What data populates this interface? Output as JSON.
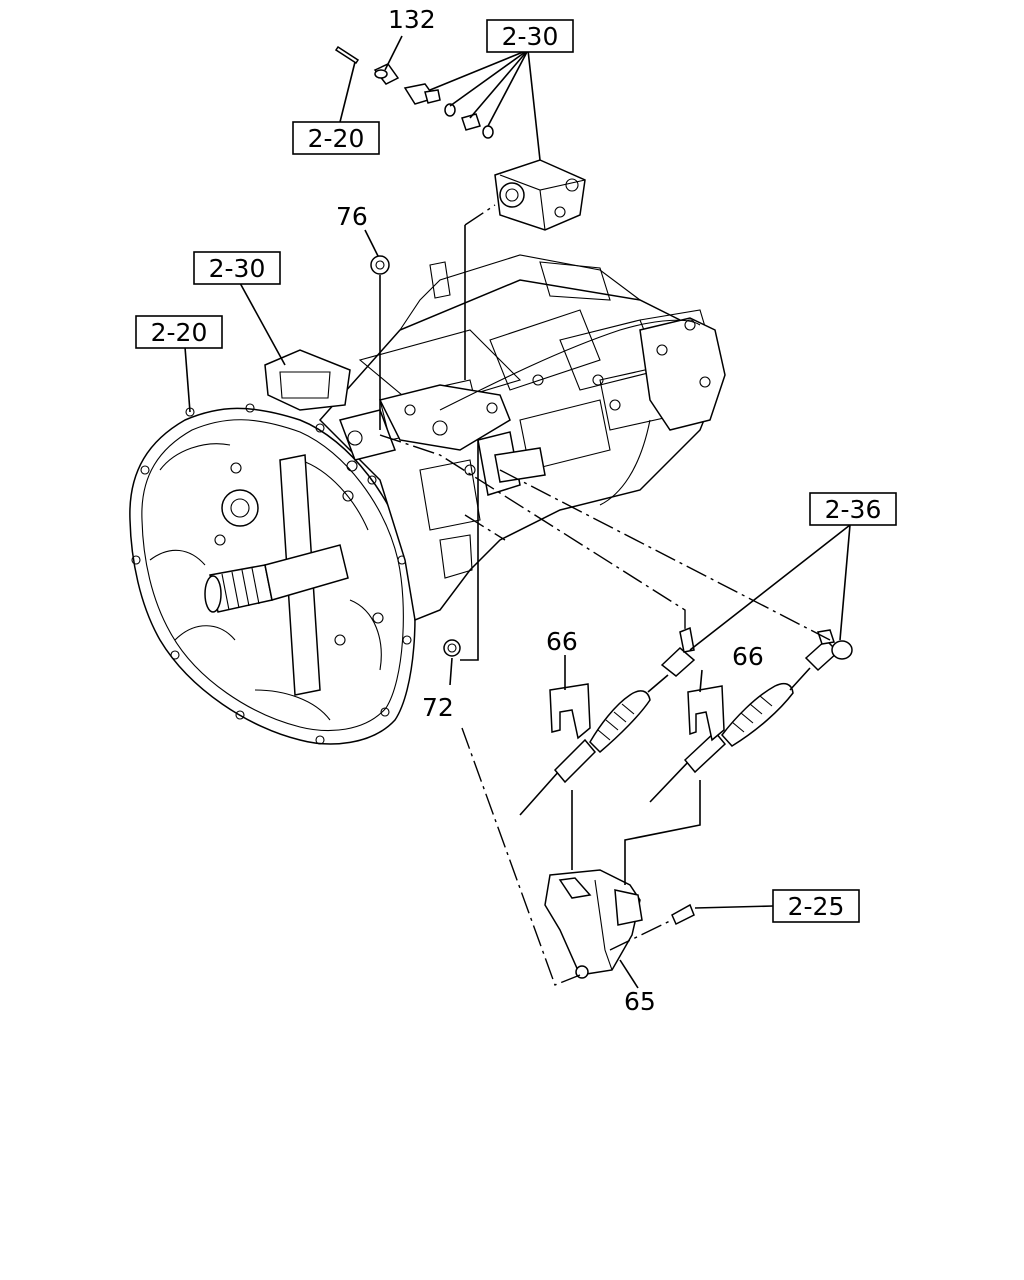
{
  "callouts": {
    "c132": "132",
    "c2_30_top": "2-30",
    "c2_20_top": "2-20",
    "c76": "76",
    "c2_30_left": "2-30",
    "c2_20_left": "2-20",
    "c2_36": "2-36",
    "c66_a": "66",
    "c66_b": "66",
    "c72": "72",
    "c2_25": "2-25",
    "c65": "65"
  }
}
